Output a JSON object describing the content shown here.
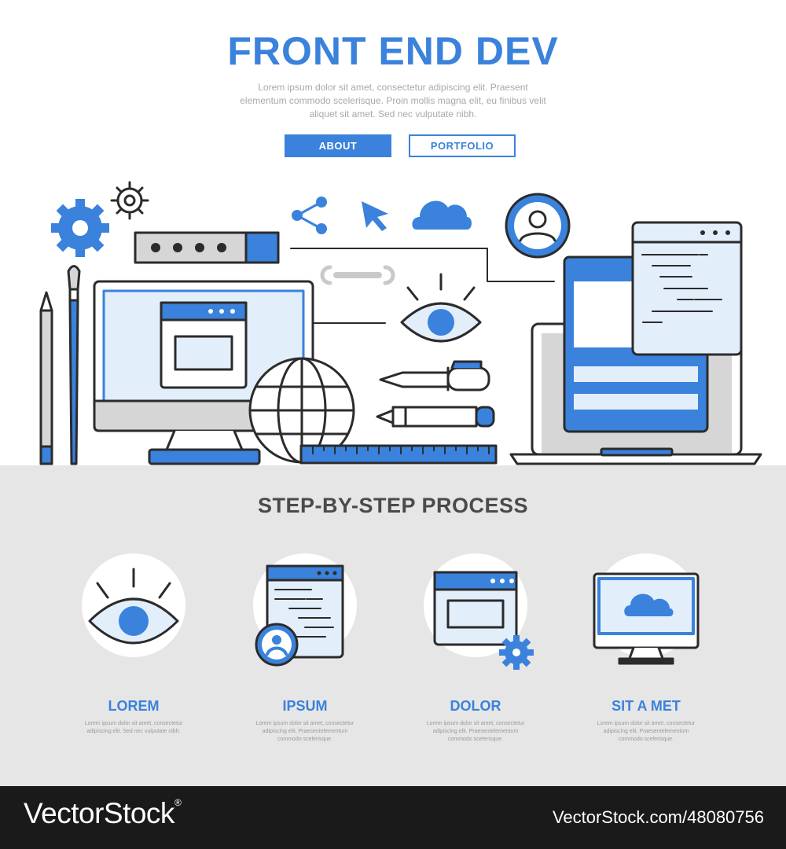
{
  "header": {
    "title": "FRONT END DEV",
    "subtitle": "Lorem ipsum dolor sit amet, consectetur adipiscing elit. Praesent elementum commodo scelerisque. Proin mollis magna elit, eu finibus velit aliquet sit amet. Sed nec vulputate nibh."
  },
  "buttons": {
    "about": "ABOUT",
    "portfolio": "PORTFOLIO"
  },
  "colors": {
    "accent": "#3a82db",
    "outline": "#2b2b2b",
    "light_blue": "#e3eefb",
    "grey": "#d6d6d6",
    "section_bg": "#e6e6e6",
    "footer_bg": "#1a1a1a"
  },
  "illustration": {
    "icons": [
      "gear-icon",
      "small-gear-icon",
      "password-field-icon",
      "share-icon",
      "cursor-icon",
      "cloud-icon",
      "user-avatar-icon",
      "wrench-icon",
      "eye-icon",
      "pencil-icon",
      "paintbrush-icon",
      "monitor-icon",
      "globe-icon",
      "ruler-icon",
      "pen-icon",
      "laptop-icon",
      "code-window-icon"
    ]
  },
  "process": {
    "title": "STEP-BY-STEP PROCESS",
    "steps": [
      {
        "title": "LOREM",
        "icon": "eye-icon",
        "text": "Lorem ipsum dolor sit amet, consectetur adipiscing elit. Sed nec vulputate nibh."
      },
      {
        "title": "IPSUM",
        "icon": "code-window-user-icon",
        "text": "Lorem ipsum dolor sit amet, consectetur adipiscing elit. Praesentelementum commodo scelerisque."
      },
      {
        "title": "DOLOR",
        "icon": "browser-gear-icon",
        "text": "Lorem ipsum dolor sit amet, consectetur adipiscing elit. Praesentelementum commodo scelerisque."
      },
      {
        "title": "SIT A MET",
        "icon": "monitor-cloud-icon",
        "text": "Lorem ipsum dolor sit amet, consectetur adipiscing elit. Praesentelementum commodo scelerisque."
      }
    ]
  },
  "watermark": {
    "brand": "VectorStock",
    "reg": "®",
    "id": "VectorStock.com/48080756"
  }
}
